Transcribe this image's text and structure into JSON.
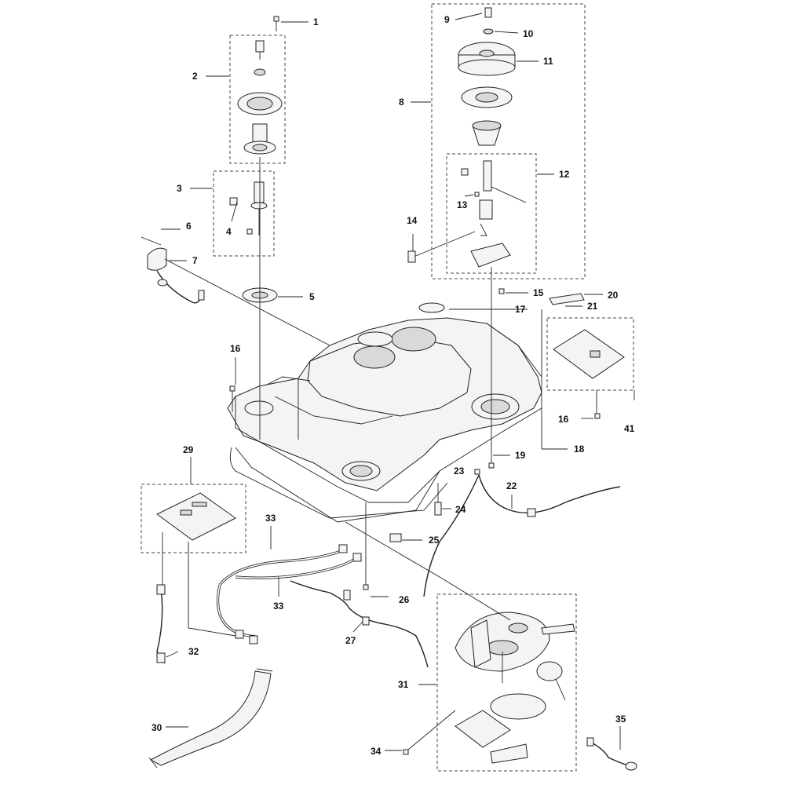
{
  "diagram": {
    "callouts": [
      "1",
      "2",
      "3",
      "4",
      "5",
      "6",
      "7",
      "8",
      "9",
      "10",
      "11",
      "12",
      "13",
      "14",
      "15",
      "16",
      "17",
      "18",
      "19",
      "20",
      "21",
      "22",
      "23",
      "24",
      "25",
      "26",
      "27",
      "29",
      "30",
      "31",
      "32",
      "33",
      "34",
      "35",
      "41"
    ]
  },
  "colors": {
    "line": "#222222",
    "fill": "#f4f4f4",
    "shade": "#d9d9d9",
    "background": "#ffffff"
  }
}
